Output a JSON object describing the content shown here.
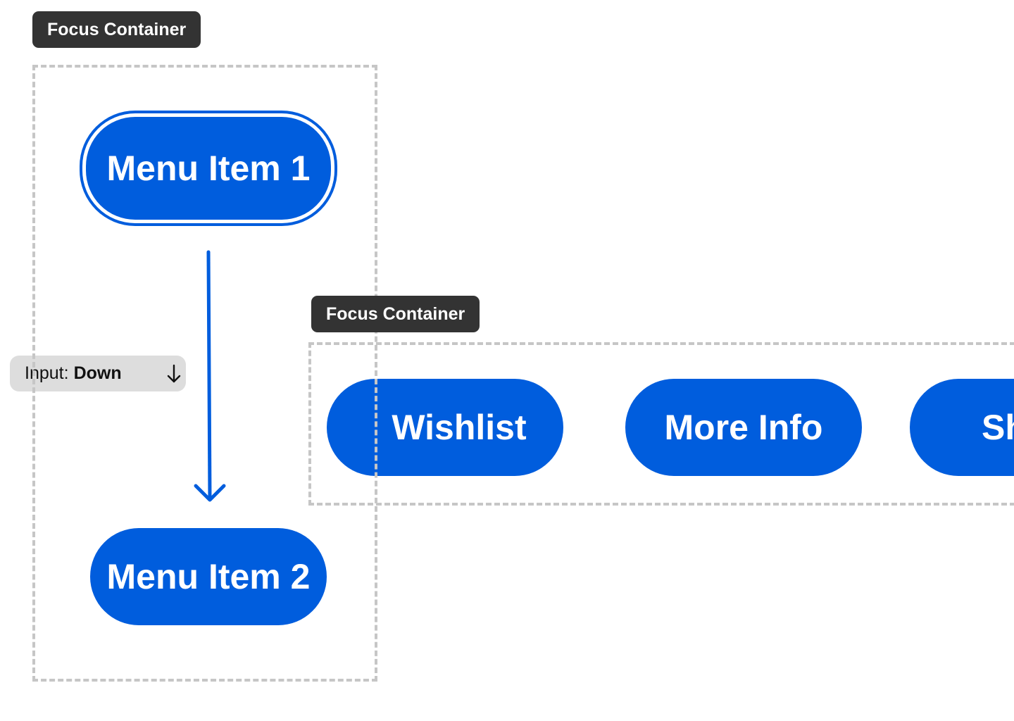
{
  "focus_containers": [
    {
      "label": "Focus Container"
    },
    {
      "label": "Focus Container"
    }
  ],
  "menu_items": [
    {
      "label": "Menu Item 1",
      "state": "focused"
    },
    {
      "label": "Menu Item 2"
    }
  ],
  "action_buttons": [
    {
      "label": "Wishlist"
    },
    {
      "label": "More Info"
    },
    {
      "label": "Sh"
    }
  ],
  "input_indicator": {
    "prefix": "Input:",
    "value": "Down",
    "icon": "arrow-down-icon"
  },
  "navigation_arrow": {
    "icon": "arrow-down-icon",
    "from": "Menu Item 1",
    "to": "Menu Item 2"
  },
  "colors": {
    "button_blue": "#005ddd",
    "label_dark": "#333333",
    "dashed_border": "#c6c6c6",
    "input_pill_bg": "#dddddd",
    "background": "#ffffff"
  }
}
